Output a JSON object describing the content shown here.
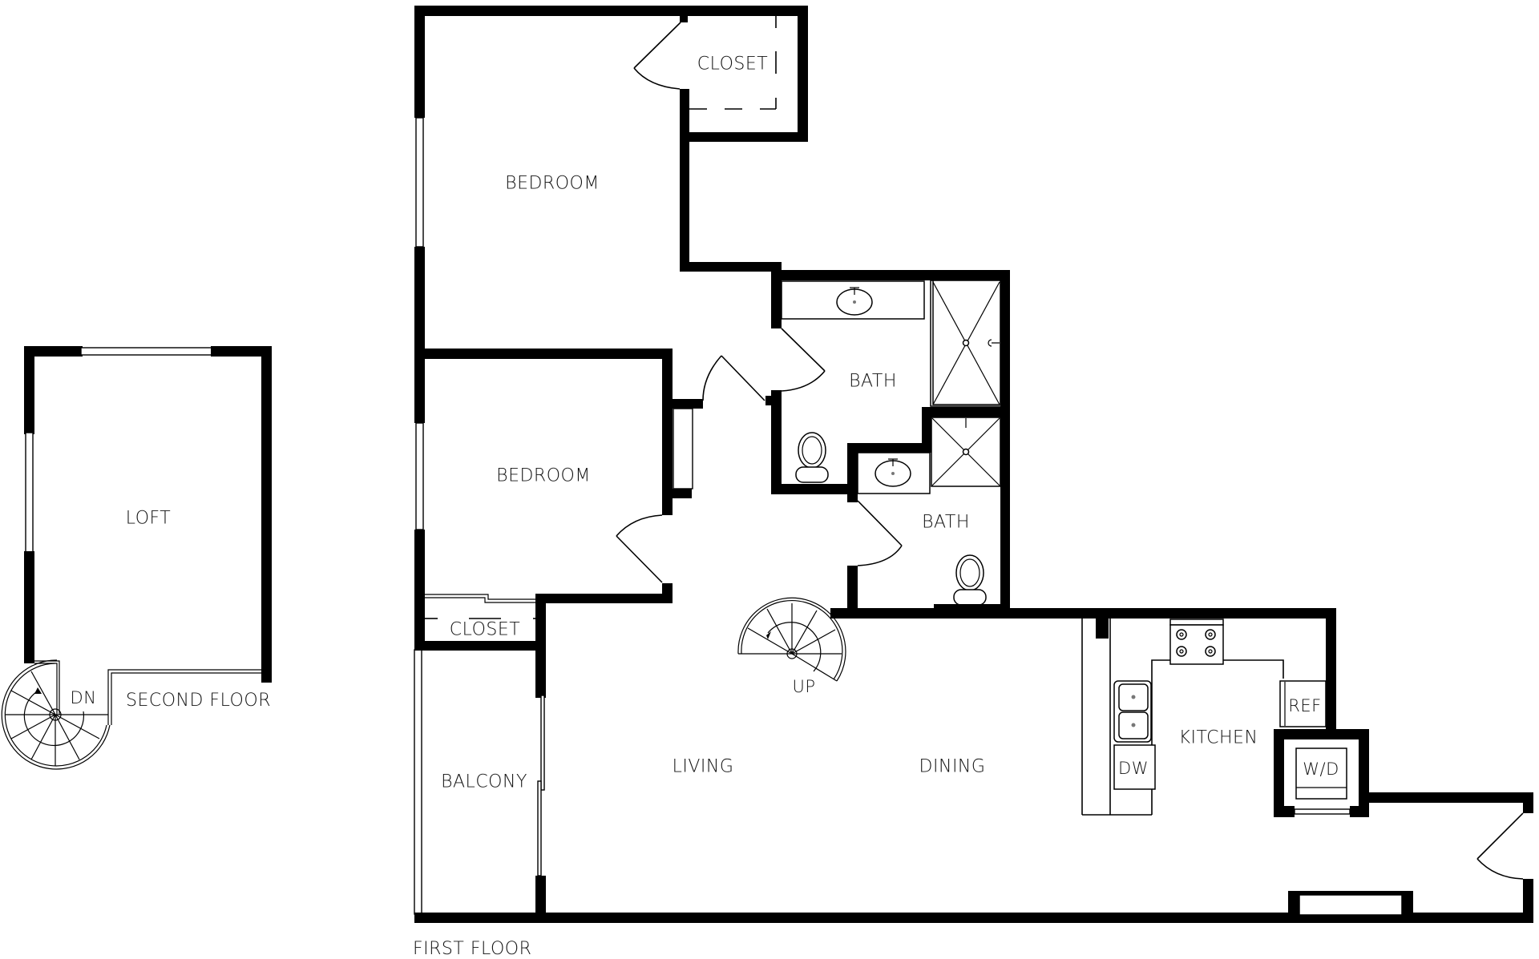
{
  "floor_plan": {
    "colors": {
      "wall": "#000000",
      "background": "#ffffff",
      "text": "#111111"
    },
    "floors": {
      "second": {
        "title": "SECOND FLOOR",
        "rooms": {
          "loft": "LOFT"
        },
        "stair_label": "DN"
      },
      "first": {
        "title": "FIRST FLOOR",
        "rooms": {
          "bedroom_1": "BEDROOM",
          "closet_1": "CLOSET",
          "bedroom_2": "BEDROOM",
          "closet_2": "CLOSET",
          "bath_1": "BATH",
          "bath_2": "BATH",
          "balcony": "BALCONY",
          "living": "LIVING",
          "dining": "DINING",
          "kitchen": "KITCHEN"
        },
        "appliances": {
          "refrigerator": "REF",
          "dishwasher": "DW",
          "washer_dryer": "W/D"
        },
        "stair_label": "UP"
      }
    }
  }
}
